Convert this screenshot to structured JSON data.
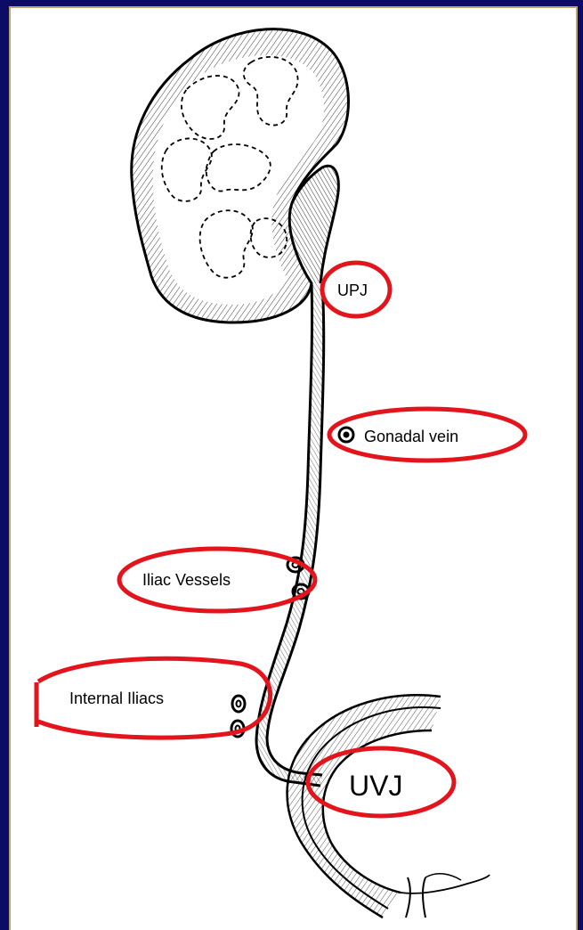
{
  "colors": {
    "background": "#0c0b66",
    "panel": "#ffffff",
    "panel_border": "#b9a66a",
    "highlight": "#e3141b",
    "ink": "#000000"
  },
  "labels": {
    "upj": "UPJ",
    "gonadal_vein": "Gonadal vein",
    "iliac_vessels": "Iliac Vessels",
    "internal_iliacs": "Internal Iliacs",
    "uvj": "UVJ"
  }
}
